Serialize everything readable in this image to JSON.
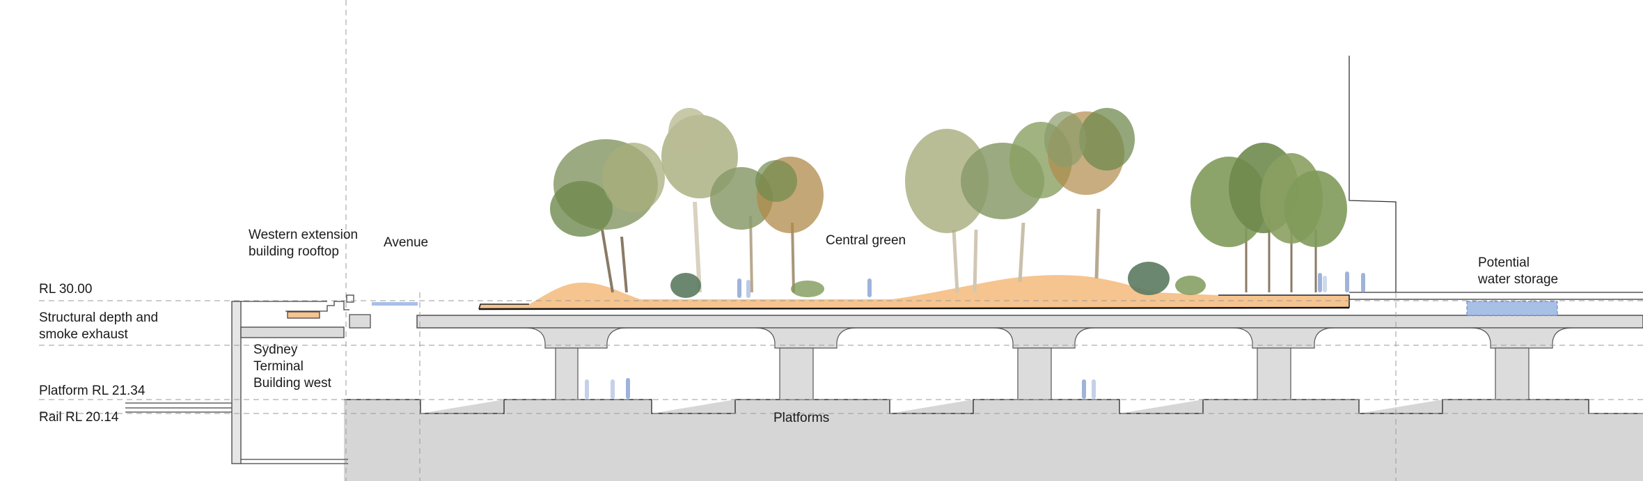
{
  "labels": {
    "rl_30": "RL 30.00",
    "structural_depth": [
      "Structural depth and",
      "smoke exhaust"
    ],
    "platform_rl": "Platform RL 21.34",
    "rail_rl": "Rail RL 20.14",
    "western_extension": [
      "Western extension",
      "building rooftop"
    ],
    "avenue": "Avenue",
    "sydney_terminal": [
      "Sydney",
      "Terminal",
      "Building west"
    ],
    "central_green": "Central green",
    "potential_water_storage": [
      "Potential",
      "water storage"
    ],
    "platforms": "Platforms"
  },
  "colors": {
    "landform": "#f6c48f",
    "structure": "#dcdcdc",
    "ground": "#d6d6d6",
    "water": "#a8bfe6",
    "people": "#9fb3da",
    "tree_foliage": [
      "#6f8a4e",
      "#8a9b6a",
      "#a8ad7c",
      "#7f9a5a",
      "#b08a4a"
    ]
  }
}
